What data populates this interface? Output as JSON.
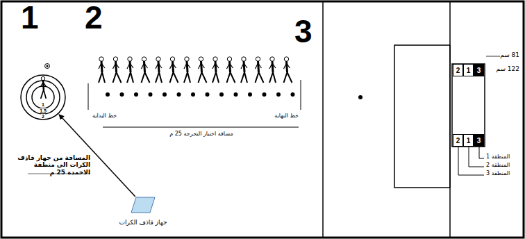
{
  "diagram": {
    "nodes": [
      {
        "text": [
          "1",
          "1.5",
          "2"
        ]
      },
      {
        "text": [
          "جهاز قاذف الكرات"
        ]
      },
      {
        "text": [
          "2"
        ]
      },
      {
        "text": [
          "1"
        ]
      },
      {
        "text": [
          "3"
        ]
      },
      {
        "text": [
          "2"
        ]
      },
      {
        "text": [
          "1"
        ]
      },
      {
        "text": [
          "3"
        ]
      }
    ],
    "edges": [
      {
        "from": 1,
        "to": 0,
        "arrow": "to"
      }
    ],
    "labels": [
      "1",
      "2",
      "3",
      "خط البداية",
      "خط النهاية",
      "مسافة اختبار التحرجة 25 م",
      "المسافة من جهاز قاذف الكرات الى منطقة الاخمدة 25 م",
      "81 سم",
      "122 سم",
      "المنطقة 1",
      "المنطقة 2",
      "المنطقة 3"
    ]
  }
}
